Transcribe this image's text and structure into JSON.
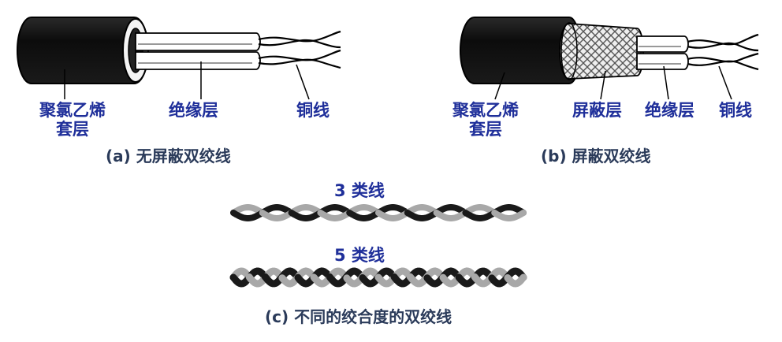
{
  "panel_a": {
    "labels": {
      "pvc_sheath_line1": "聚氯乙烯",
      "pvc_sheath_line2": "套层",
      "insulation": "绝缘层",
      "copper": "铜线"
    },
    "caption": "(a) 无屏蔽双绞线"
  },
  "panel_b": {
    "labels": {
      "pvc_sheath_line1": "聚氯乙烯",
      "pvc_sheath_line2": "套层",
      "shield": "屏蔽层",
      "insulation": "绝缘层",
      "copper": "铜线"
    },
    "caption": "(b) 屏蔽双绞线"
  },
  "panel_c": {
    "cat3_label": "3 类线",
    "cat5_label": "5 类线",
    "caption": "(c) 不同的绞合度的双绞线",
    "cat3_twist_count": 5,
    "cat5_twist_count": 9
  },
  "colors": {
    "label_text": "#1f2f9a",
    "caption_text": "#2b3b5a",
    "sheath": "#111111",
    "strand_dark": "#1a1a1a",
    "strand_light": "#a8a8a8"
  }
}
